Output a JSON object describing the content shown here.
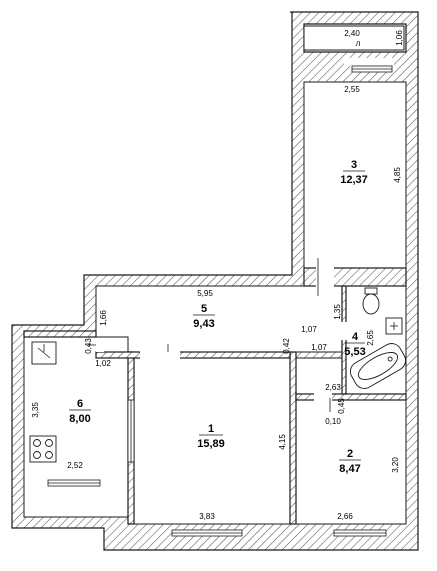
{
  "rooms": [
    {
      "id": "r1",
      "number": "1",
      "area": "15,89"
    },
    {
      "id": "r2",
      "number": "2",
      "area": "8,47"
    },
    {
      "id": "r3",
      "number": "3",
      "area": "12,37"
    },
    {
      "id": "r4",
      "number": "4",
      "area": "5,53"
    },
    {
      "id": "r5",
      "number": "5",
      "area": "9,43"
    },
    {
      "id": "r6",
      "number": "6",
      "area": "8,00"
    }
  ],
  "balcony_label": "л",
  "dimensions": {
    "d240": "2,40",
    "d106": "1,06",
    "d255": "2,55",
    "d485": "4,85",
    "d595": "5,95",
    "d166": "1,66",
    "d135": "1,35",
    "d107a": "1,07",
    "d042": "0,42",
    "d107b": "1,07",
    "d265": "2,65",
    "d043": "0,43",
    "d102": "1,02",
    "d263": "2,63",
    "d045": "0,45",
    "d010": "0,10",
    "d335": "3,35",
    "d415": "4,15",
    "d320": "3,20",
    "d252": "2,52",
    "d383": "3,83",
    "d266": "2,66"
  }
}
